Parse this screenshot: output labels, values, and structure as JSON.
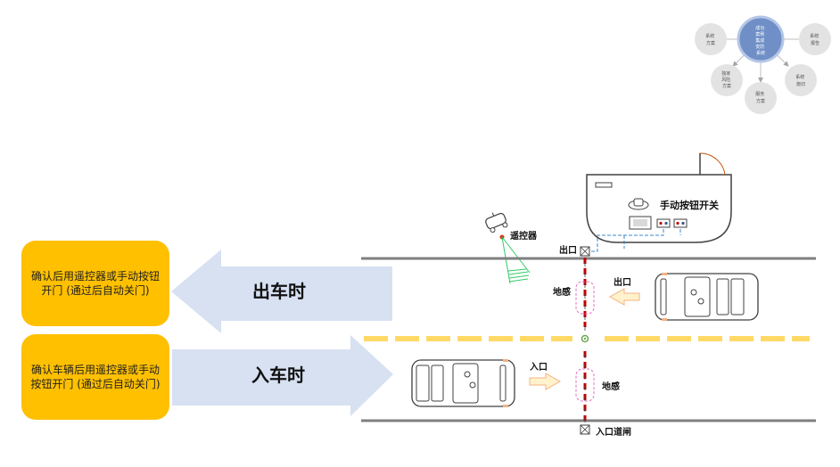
{
  "diagram": {
    "exit_arrow_label": "出车时",
    "entry_arrow_label": "入车时",
    "exit_instruction": "确认后用遥控器或手动按钮开门 (通过后自动关门)",
    "entry_instruction": "确认车辆后用遥控器或手动按钮开门 (通过后自动关门)",
    "manual_switch_label": "手动按钮开关",
    "remote_label": "遥控器",
    "exit_gate_label": "出口",
    "entry_gate_label": "入口道闸",
    "exit_direction_label": "出口",
    "entry_direction_label": "入口",
    "loop_sensor_exit_label": "地感",
    "loop_sensor_entry_label": "地感"
  },
  "hub": {
    "center_lines": [
      "成功",
      "案例",
      "集成",
      "安防",
      "系统"
    ],
    "nodes": [
      {
        "lines": [
          "系统",
          "方案"
        ]
      },
      {
        "lines": [
          "系统",
          "报告"
        ]
      },
      {
        "lines": [
          "独家",
          "风险",
          "方案"
        ]
      },
      {
        "lines": [
          "服务",
          "方案"
        ]
      },
      {
        "lines": [
          "系统",
          "施切"
        ]
      }
    ]
  },
  "colors": {
    "arrow_fill": "#d7e1f2",
    "callout_fill": "#ffc000",
    "lane_dash": "#ffd966",
    "road_line": "#7f7f7f",
    "gate_red": "#c00000",
    "hub_center": "#6f8fc6",
    "hub_node": "#e3e3e3",
    "sensor_loop": "#e06fc0",
    "remote_beam": "#33cc66",
    "wire": "#3f86c8"
  }
}
